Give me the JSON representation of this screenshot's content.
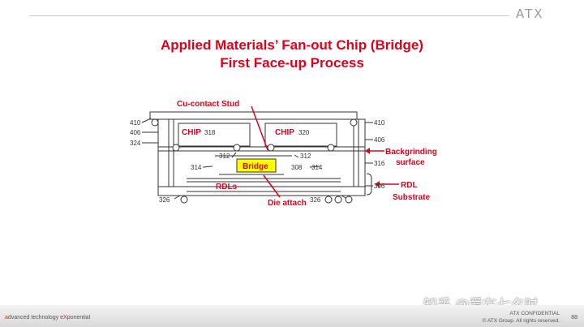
{
  "header": {
    "logo_text": "ATX",
    "title_line1": "Applied Materials’ Fan-out Chip (Bridge)",
    "title_line2": "First Face-up Process"
  },
  "diagram": {
    "chip_left": {
      "label": "CHIP",
      "ref": "318"
    },
    "chip_right": {
      "label": "CHIP",
      "ref": "320"
    },
    "bridge_label": "Bridge",
    "rdl_label": "RDLs",
    "refs": {
      "r410_left": "410",
      "r406_left": "406",
      "r324": "324",
      "r410_right": "410",
      "r406_right": "406",
      "r316": "316",
      "r312_left": "312",
      "r312_right": "312",
      "r314_left": "314",
      "r314_right": "314",
      "r308": "308",
      "r306": "306",
      "r326_left": "326",
      "r326_right": "326"
    },
    "callouts": {
      "cu_stud": "Cu-contact Stud",
      "backgrinding": "Backgrinding",
      "surface": "surface",
      "rdl": "RDL",
      "substrate": "Substrate",
      "die_attach": "Die attach"
    },
    "colors": {
      "accent": "#e0001b",
      "bridge_fill": "#ffff00"
    }
  },
  "footer": {
    "tag_a": "a",
    "tag_a_rest": "dvanced ",
    "tag_t": "t",
    "tag_t_rest": "echnology e",
    "tag_x": "X",
    "tag_x_rest": "ponential",
    "confidential": "ATX CONFIDENTIAL",
    "copyright": "© ATX Group. All rights reserved.",
    "page": "88"
  },
  "watermark": "知乎 @爱在七夕时"
}
